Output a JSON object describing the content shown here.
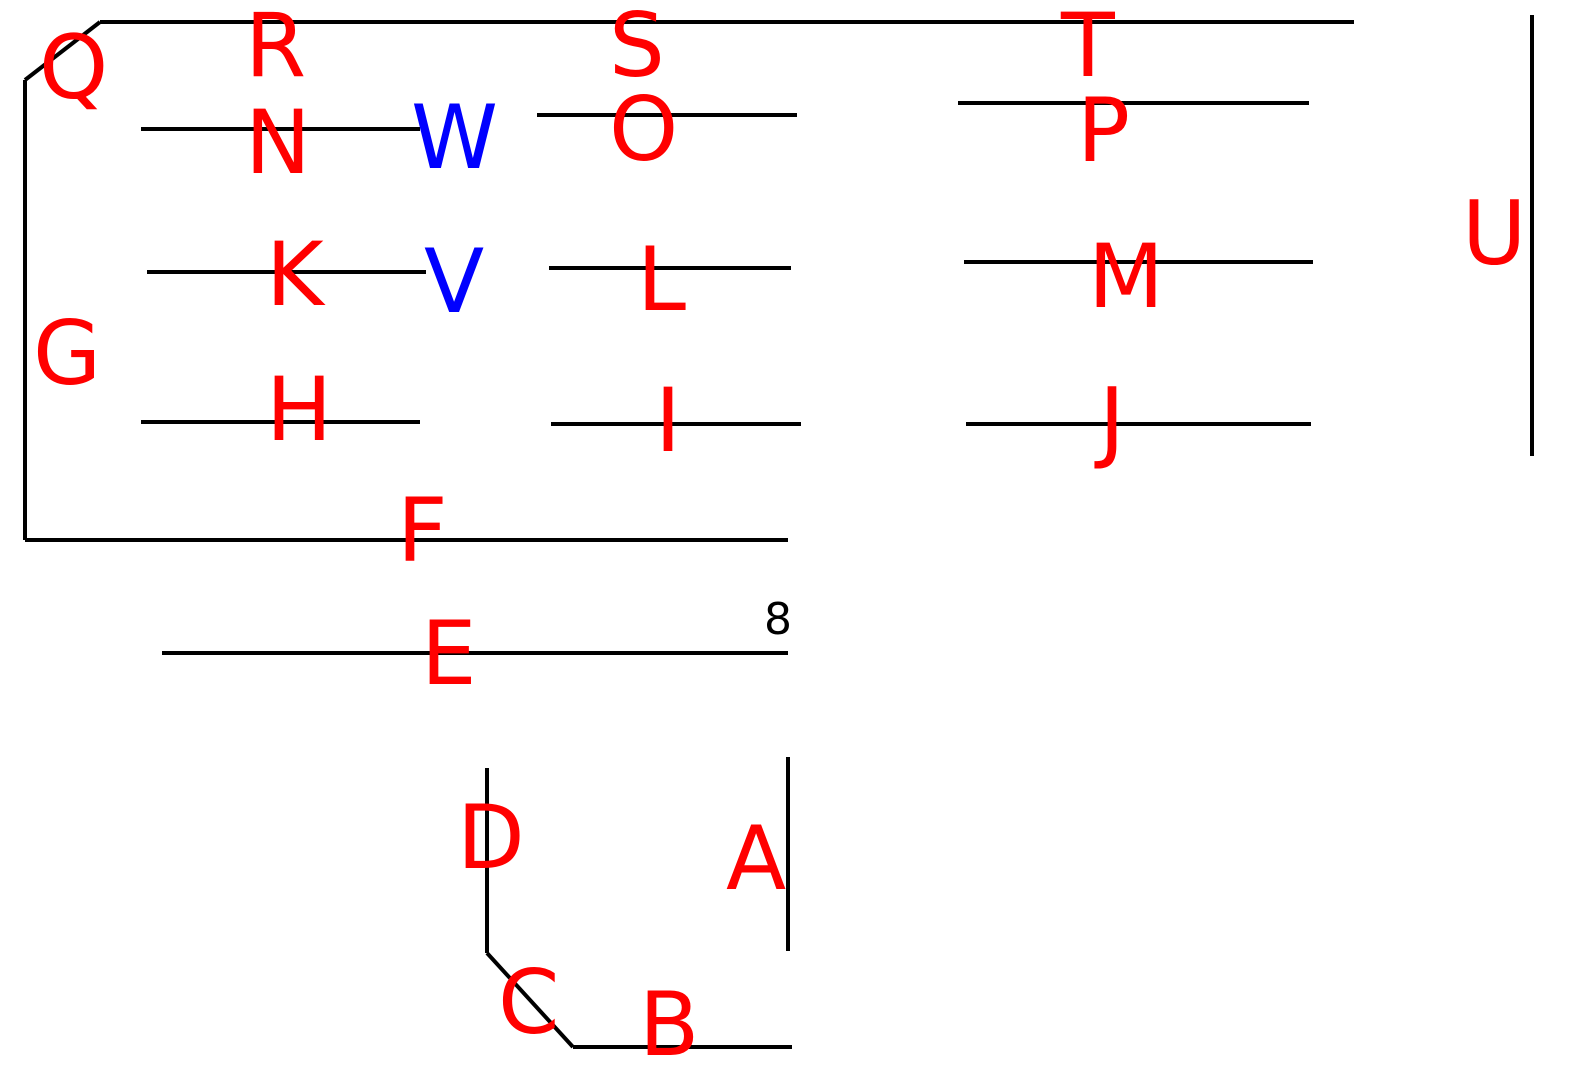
{
  "diagram": {
    "colors": {
      "line": "#000000",
      "label_red": "#ff0000",
      "label_blue": "#0000ff",
      "background": "#ffffff"
    },
    "labels": {
      "A": "A",
      "B": "B",
      "C": "C",
      "D": "D",
      "E": "E",
      "F": "F",
      "G": "G",
      "H": "H",
      "I": "I",
      "J": "J",
      "K": "K",
      "L": "L",
      "M": "M",
      "N": "N",
      "O": "O",
      "P": "P",
      "Q": "Q",
      "R": "R",
      "S": "S",
      "T": "T",
      "U": "U",
      "V": "V",
      "W": "W"
    },
    "number_label": "8"
  }
}
